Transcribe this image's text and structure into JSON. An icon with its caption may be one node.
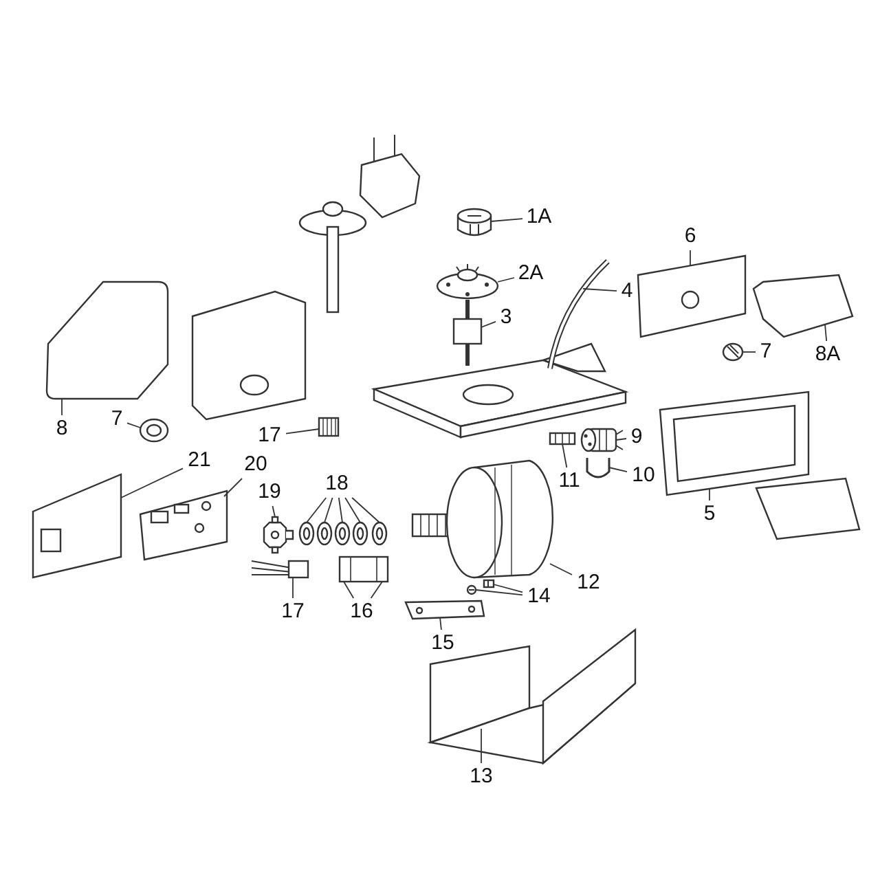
{
  "diagram": {
    "nodes": [
      {
        "text": [
          "1A"
        ]
      },
      {
        "text": [],
        "shape": "picture"
      },
      {
        "text": [
          "6"
        ]
      },
      {
        "text": [],
        "shape": "picture"
      },
      {
        "text": [
          "2A"
        ]
      },
      {
        "text": [],
        "shape": "picture"
      },
      {
        "text": [
          "4"
        ]
      },
      {
        "text": [],
        "shape": "picture"
      },
      {
        "text": [
          "3"
        ]
      },
      {
        "text": [],
        "shape": "picture"
      },
      {
        "text": [
          "7"
        ]
      },
      {
        "text": [],
        "shape": "picture"
      },
      {
        "text": [
          "8A"
        ]
      },
      {
        "text": [],
        "shape": "picture"
      },
      {
        "text": [
          "8"
        ]
      },
      {
        "text": [],
        "shape": "picture"
      },
      {
        "text": [
          "7"
        ]
      },
      {
        "text": [],
        "shape": "picture"
      },
      {
        "text": [
          "17"
        ]
      },
      {
        "text": [],
        "shape": "picture"
      },
      {
        "text": [
          "9"
        ]
      },
      {
        "text": [],
        "shape": "picture"
      },
      {
        "text": [
          "21"
        ]
      },
      {
        "text": [],
        "shape": "picture"
      },
      {
        "text": [
          "20"
        ]
      },
      {
        "text": [],
        "shape": "picture"
      },
      {
        "text": [
          "10"
        ]
      },
      {
        "text": [],
        "shape": "picture"
      },
      {
        "text": [
          "11"
        ]
      },
      {
        "text": [],
        "shape": "picture"
      },
      {
        "text": [
          "18"
        ]
      },
      {
        "text": [],
        "shape": "picture"
      },
      {
        "text": [],
        "shape": "picture"
      },
      {
        "text": [],
        "shape": "picture"
      },
      {
        "text": [],
        "shape": "picture"
      },
      {
        "text": [],
        "shape": "picture"
      },
      {
        "text": [
          "5"
        ]
      },
      {
        "text": [],
        "shape": "picture"
      },
      {
        "text": [
          "19"
        ]
      },
      {
        "text": [],
        "shape": "picture"
      },
      {
        "text": [
          "12"
        ]
      },
      {
        "text": [],
        "shape": "picture"
      },
      {
        "text": [
          "14"
        ]
      },
      {
        "text": [],
        "shape": "picture"
      },
      {
        "text": [],
        "shape": "picture"
      },
      {
        "text": [
          "16"
        ]
      },
      {
        "text": [],
        "shape": "picture"
      },
      {
        "text": [
          "17"
        ]
      },
      {
        "text": [],
        "shape": "picture"
      },
      {
        "text": [
          "15"
        ]
      },
      {
        "text": [],
        "shape": "picture"
      },
      {
        "text": [
          "13"
        ]
      },
      {
        "text": [],
        "shape": "picture"
      }
    ],
    "edges": [
      {
        "from": 0,
        "to": 1,
        "arrow": "none"
      },
      {
        "from": 2,
        "to": 3,
        "arrow": "none"
      },
      {
        "from": 4,
        "to": 5,
        "arrow": "none"
      },
      {
        "from": 6,
        "to": 7,
        "arrow": "none"
      },
      {
        "from": 8,
        "to": 9,
        "arrow": "none"
      },
      {
        "from": 10,
        "to": 11,
        "arrow": "none"
      },
      {
        "from": 12,
        "to": 13,
        "arrow": "none"
      },
      {
        "from": 14,
        "to": 15,
        "arrow": "none"
      },
      {
        "from": 16,
        "to": 17,
        "arrow": "none"
      },
      {
        "from": 18,
        "to": 19,
        "arrow": "none"
      },
      {
        "from": 20,
        "to": 21,
        "arrow": "none"
      },
      {
        "from": 22,
        "to": 23,
        "arrow": "none"
      },
      {
        "from": 24,
        "to": 25,
        "arrow": "none"
      },
      {
        "from": 26,
        "to": 27,
        "arrow": "none"
      },
      {
        "from": 28,
        "to": 29,
        "arrow": "none"
      },
      {
        "from": 30,
        "to": 31,
        "arrow": "none"
      },
      {
        "from": 30,
        "to": 32,
        "arrow": "none"
      },
      {
        "from": 30,
        "to": 33,
        "arrow": "none"
      },
      {
        "from": 30,
        "to": 34,
        "arrow": "none"
      },
      {
        "from": 30,
        "to": 35,
        "arrow": "none"
      },
      {
        "from": 36,
        "to": 37,
        "arrow": "none"
      },
      {
        "from": 38,
        "to": 39,
        "arrow": "none"
      },
      {
        "from": 40,
        "to": 41,
        "arrow": "none"
      },
      {
        "from": 42,
        "to": 43,
        "arrow": "none"
      },
      {
        "from": 42,
        "to": 44,
        "arrow": "none"
      },
      {
        "from": 45,
        "to": 46,
        "arrow": "none"
      },
      {
        "from": 45,
        "to": 46,
        "arrow": "none"
      },
      {
        "from": 47,
        "to": 48,
        "arrow": "none"
      },
      {
        "from": 49,
        "to": 50,
        "arrow": "none"
      },
      {
        "from": 51,
        "to": 52,
        "arrow": "none"
      }
    ]
  }
}
